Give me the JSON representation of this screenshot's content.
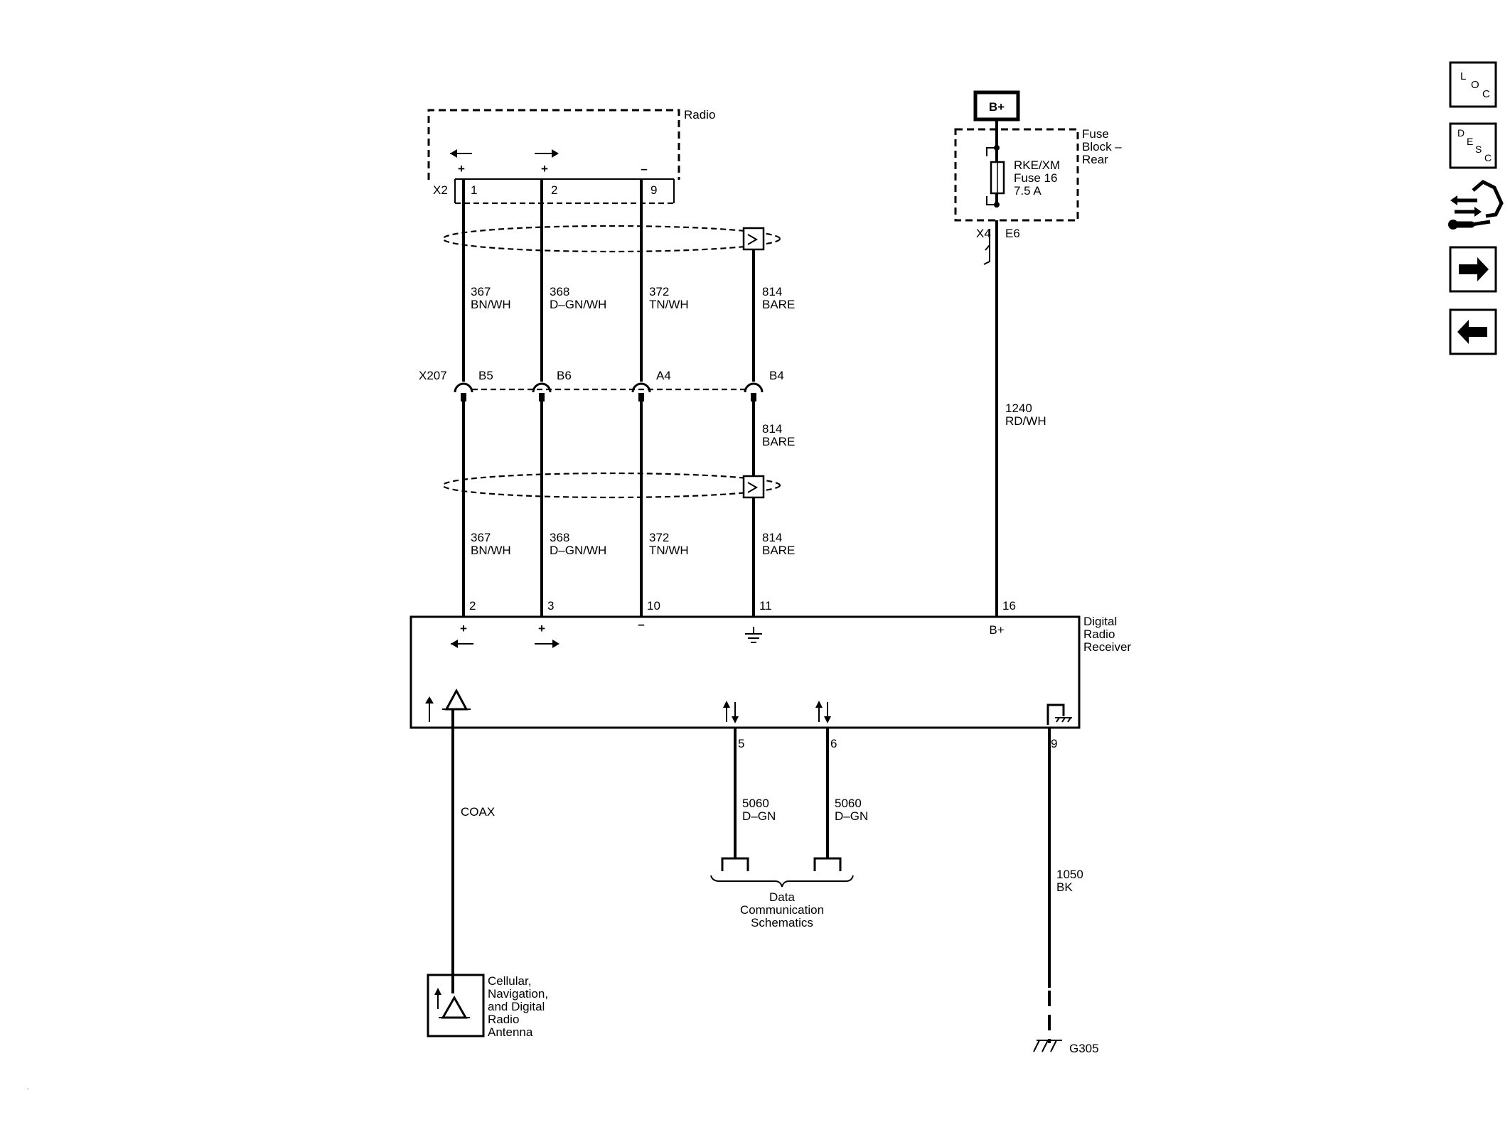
{
  "radio": {
    "title": "Radio",
    "connector": "X2",
    "pins": [
      "1",
      "2",
      "9"
    ],
    "signs": [
      "+",
      "+",
      "–"
    ]
  },
  "fuse_block": {
    "power_label": "B+",
    "title": "Fuse Block – Rear",
    "title_line1": "Fuse",
    "title_line2": "Block –",
    "title_line3": "Rear",
    "fuse_line1": "RKE/XM",
    "fuse_line2": "Fuse 16",
    "fuse_line3": "7.5 A",
    "connector": "X4",
    "pin": "E6"
  },
  "wires_upper": [
    {
      "circuit": "367",
      "color": "BN/WH"
    },
    {
      "circuit": "368",
      "color": "D–GN/WH"
    },
    {
      "circuit": "372",
      "color": "TN/WH"
    },
    {
      "circuit": "814",
      "color": "BARE"
    }
  ],
  "inline_connector": {
    "name": "X207",
    "pins": [
      "B5",
      "B6",
      "A4",
      "B4"
    ]
  },
  "drain_mid": {
    "circuit": "814",
    "color": "BARE"
  },
  "wires_lower": [
    {
      "circuit": "367",
      "color": "BN/WH"
    },
    {
      "circuit": "368",
      "color": "D–GN/WH"
    },
    {
      "circuit": "372",
      "color": "TN/WH"
    },
    {
      "circuit": "814",
      "color": "BARE"
    }
  ],
  "power_wire": {
    "circuit": "1240",
    "color": "RD/WH"
  },
  "receiver": {
    "title_line1": "Digital",
    "title_line2": "Radio",
    "title_line3": "Receiver",
    "top_pins": [
      "2",
      "3",
      "10",
      "11",
      "16"
    ],
    "signs": [
      "+",
      "+",
      "–"
    ],
    "bplus_label": "B+",
    "bottom_pins": [
      "5",
      "6",
      "9"
    ]
  },
  "coax": {
    "label": "COAX"
  },
  "data_wires": [
    {
      "circuit": "5060",
      "color": "D–GN"
    },
    {
      "circuit": "5060",
      "color": "D–GN"
    }
  ],
  "data_comm": {
    "line1": "Data",
    "line2": "Communication",
    "line3": "Schematics"
  },
  "ground_wire": {
    "circuit": "1050",
    "color": "BK",
    "ground": "G305"
  },
  "antenna": {
    "line1": "Cellular,",
    "line2": "Navigation,",
    "line3": "and Digital",
    "line4": "Radio",
    "line5": "Antenna"
  },
  "side_nav": {
    "loc": {
      "l": "L",
      "o": "O",
      "c": "C"
    },
    "desc": {
      "d": "D",
      "e": "E",
      "s": "S",
      "c": "C"
    }
  }
}
